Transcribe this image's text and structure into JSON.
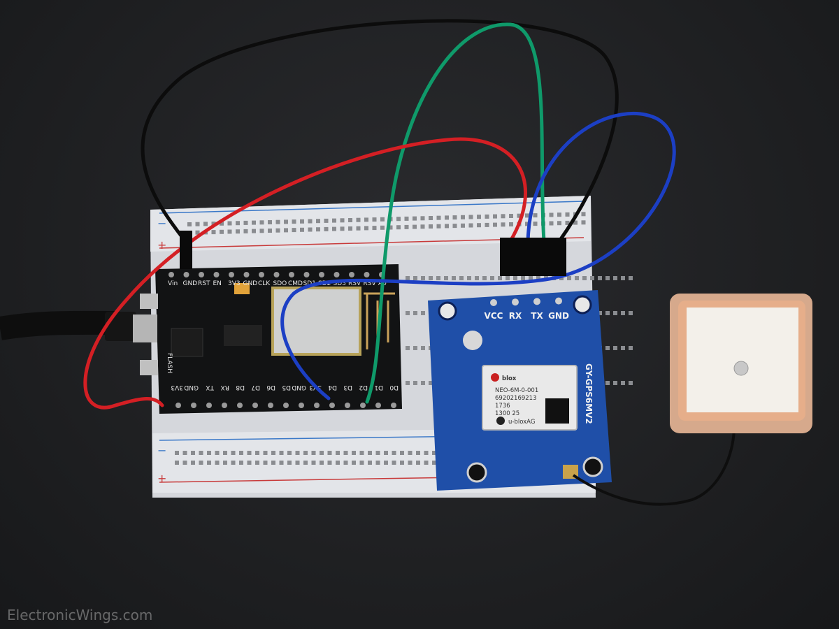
{
  "nodemcu": {
    "top_pins": [
      "Vin",
      "GND",
      "RST",
      "EN",
      "3V3",
      "GND",
      "CLK",
      "SDO",
      "CMD",
      "SD1",
      "SD2",
      "SD3",
      "RSV",
      "RSV",
      "A0"
    ],
    "bottom_pins": [
      "3V3",
      "GND",
      "TX",
      "RX",
      "D8",
      "D7",
      "D6",
      "D5",
      "GND",
      "3V3",
      "D4",
      "D3",
      "D2",
      "D1",
      "D0"
    ],
    "button_label": "FLASH"
  },
  "gps_board": {
    "pins": [
      "VCC",
      "RX",
      "TX",
      "GND"
    ],
    "model": "GY-GPS6MV2",
    "module": {
      "brand": "blox",
      "lines": [
        "NEO-6M-0-001",
        "69202169213",
        "1736",
        "1300  25"
      ],
      "maker": "u-bloxAG"
    },
    "color": "#1f4fa8"
  },
  "wire_colors": {
    "red": "#d41f24",
    "green": "#0f9a6a",
    "blue": "#1c3fc4",
    "black": "#0c0c0c"
  },
  "watermark": "ElectronicWings.com"
}
